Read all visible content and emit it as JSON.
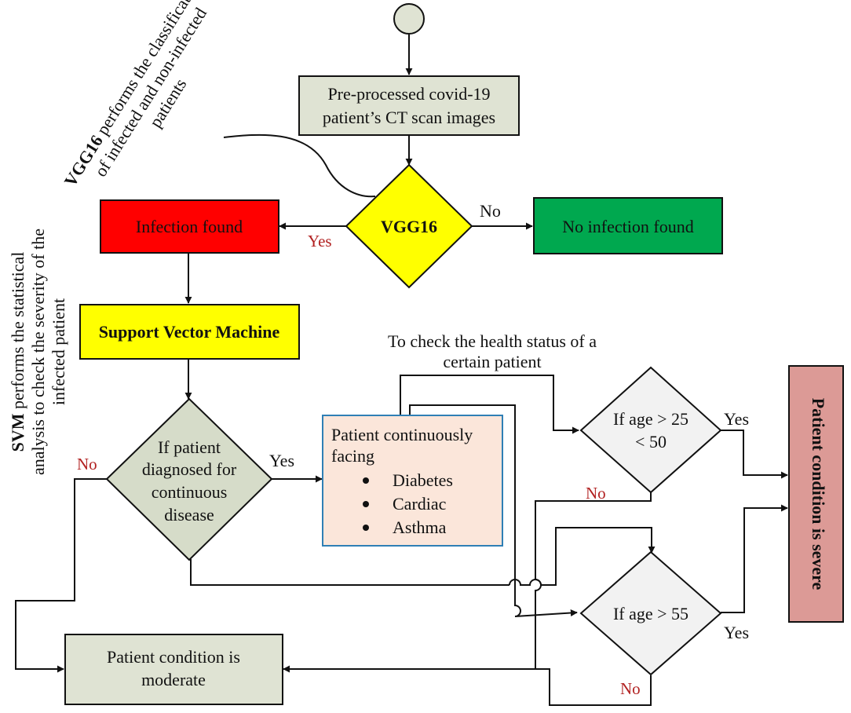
{
  "nodes": {
    "preprocess": {
      "line1": "Pre-processed covid-19",
      "line2": "patient’s CT scan images"
    },
    "vgg16": {
      "label": "VGG16"
    },
    "infection": {
      "label": "Infection found"
    },
    "no_infection": {
      "label": "No infection found"
    },
    "svm": {
      "label": "Support Vector Machine"
    },
    "diagnosed": {
      "line1": "If patient",
      "line2": "diagnosed for",
      "line3": "continuous",
      "line4": "disease"
    },
    "facing": {
      "line1": "Patient continuously",
      "line2": "facing",
      "items": [
        "Diabetes",
        "Cardiac",
        "Asthma"
      ]
    },
    "age_range": {
      "line1": "If age > 25",
      "line2": "< 50"
    },
    "age_55": {
      "label": "If age > 55"
    },
    "moderate": {
      "line1": "Patient condition is",
      "line2": "moderate"
    },
    "severe": {
      "label": "Patient condition is severe"
    }
  },
  "edge_labels": {
    "vgg_yes": "Yes",
    "vgg_no": "No",
    "diag_yes": "Yes",
    "diag_no": "No",
    "age_range_yes": "Yes",
    "age_range_no": "No",
    "age_55_yes": "Yes",
    "age_55_no": "No"
  },
  "annotations": {
    "vgg16_note": {
      "bold": "VGG16",
      "line1_rest": " performs the classification",
      "line2": "of infected and non-infected",
      "line3": "patients"
    },
    "svm_note": {
      "bold": "SVM",
      "line1_rest": " performs the statistical",
      "line2": "analysis to check the severity of the",
      "line3": "infected patient"
    },
    "health_status": {
      "line1": "To check the health status of a",
      "line2": "certain patient"
    }
  },
  "colors": {
    "start": "#dfe3d3",
    "process": "#dfe3d3",
    "vgg16": "#ffff00",
    "infection": "#ff0000",
    "no_infection": "#00a84f",
    "svm": "#ffff00",
    "diagnosed": "#d6dcc9",
    "facing": "#fbe6da",
    "facing_border": "#2f7fb5",
    "age_diamond": "#f2f2f2",
    "moderate": "#dfe3d3",
    "severe": "#dc9a96",
    "edge_label_red": "#b22222"
  }
}
